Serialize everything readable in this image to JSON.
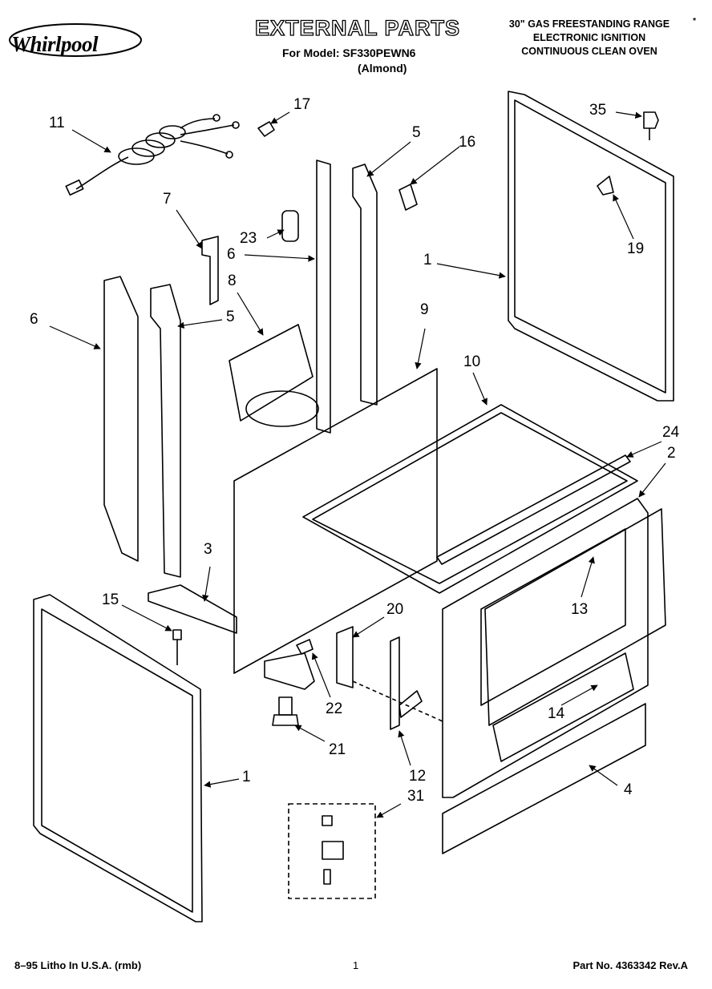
{
  "brand": "Whirlpool",
  "header": {
    "title": "EXTERNAL PARTS",
    "model_line": "For Model: SF330PEWN6",
    "color_line": "(Almond)",
    "desc_line1": "30\" GAS FREESTANDING RANGE",
    "desc_line2": "ELECTRONIC IGNITION",
    "desc_line3": "CONTINUOUS CLEAN OVEN",
    "asterisk": "*"
  },
  "callouts": {
    "c11": "11",
    "c17": "17",
    "c5a": "5",
    "c16": "16",
    "c35": "35",
    "c7": "7",
    "c23": "23",
    "c6a": "6",
    "c8": "8",
    "c6b": "6",
    "c5b": "5",
    "c1a": "1",
    "c19": "19",
    "c9": "9",
    "c10": "10",
    "c24": "24",
    "c2": "2",
    "c3": "3",
    "c15": "15",
    "c20": "20",
    "c13": "13",
    "c22": "22",
    "c14": "14",
    "c21": "21",
    "c1b": "1",
    "c12": "12",
    "c31": "31",
    "c4": "4"
  },
  "footer": {
    "litho": "8–95 Litho In U.S.A. (rmb)",
    "page": "1",
    "part_no": "Part No. 4363342 Rev.A"
  }
}
